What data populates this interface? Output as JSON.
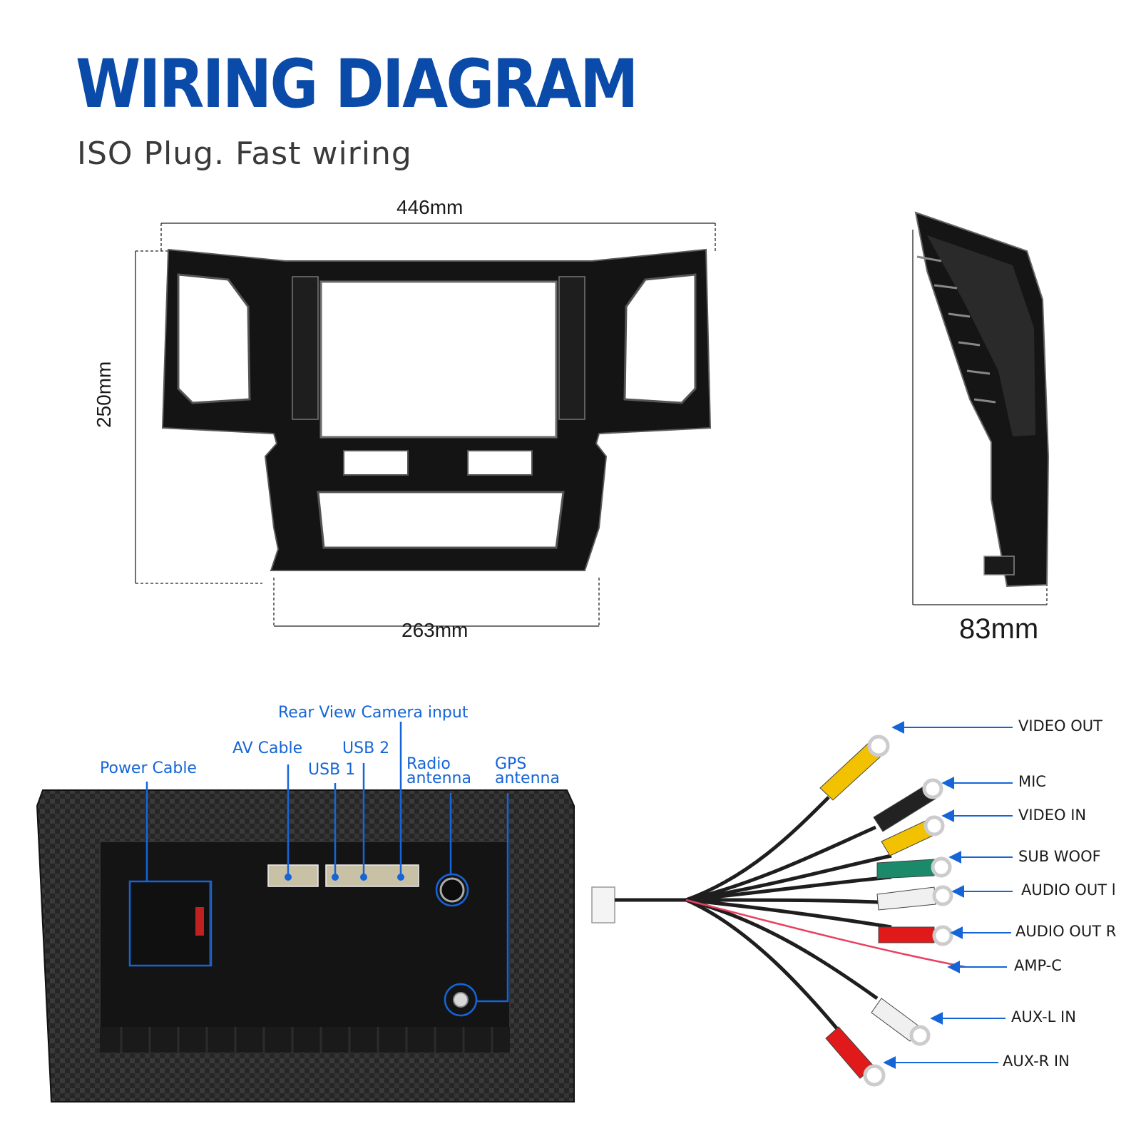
{
  "header": {
    "title": "WIRING DIAGRAM",
    "subtitle": "ISO Plug. Fast wiring"
  },
  "dimensions": {
    "width": "446mm",
    "height": "250mm",
    "bottom_width": "263mm",
    "depth": "83mm"
  },
  "unit_ports": {
    "rear_camera": "Rear View Camera input",
    "av_cable": "AV Cable",
    "usb2": "USB 2",
    "usb1": "USB 1",
    "radio_antenna_1": "Radio",
    "radio_antenna_2": "antenna",
    "gps_antenna_1": "GPS",
    "gps_antenna_2": "antenna",
    "power_cable": "Power Cable"
  },
  "cable_labels": {
    "video_out": "VIDEO OUT",
    "mic": "MIC",
    "video_in": "VIDEO IN",
    "sub_woof": "SUB WOOF",
    "audio_out_l": "AUDIO OUT l",
    "audio_out_r": "AUDIO OUT R",
    "amp_c": "AMP-C",
    "aux_l_in": "AUX-L IN",
    "aux_r_in": "AUX-R IN"
  },
  "colors": {
    "title_blue": "#0a4aa8",
    "label_blue": "#1565d8",
    "rca_yellow": "#f2c200",
    "rca_green": "#1a8a6a",
    "rca_white": "#f0f0f0",
    "rca_red": "#e01a1a",
    "rca_black": "#222222"
  }
}
